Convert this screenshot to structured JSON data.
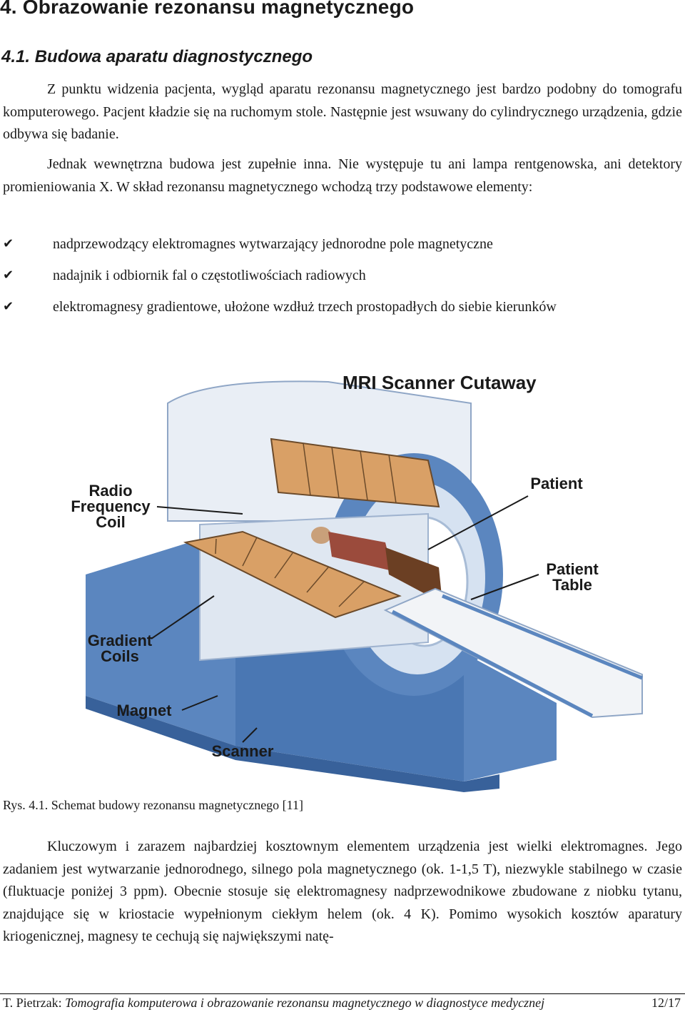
{
  "heading": "4. Obrazowanie rezonansu magnetycznego",
  "section_heading": "4.1. Budowa aparatu diagnostycznego",
  "paragraphs": [
    "Z punktu widzenia pacjenta, wygląd aparatu rezonansu magnetycznego jest bardzo podobny do tomografu komputerowego. Pacjent kładzie się na ruchomym stole. Następnie jest wsuwany do cylindrycznego urządzenia, gdzie odbywa się badanie.",
    "Jednak wewnętrzna budowa jest zupełnie inna. Nie występuje tu ani lampa rentgenowska, ani detektory promieniowania X. W skład rezonansu magnetycznego wchodzą trzy podstawowe elementy:",
    "Kluczowym i zarazem najbardziej kosztownym elementem urządzenia jest wielki elektromagnes. Jego zadaniem jest wytwarzanie jednorodnego, silnego pola magnetycznego (ok. 1-1,5 T), niezwykle stabilnego w czasie (fluktuacje poniżej 3 ppm). Obecnie stosuje się elektromagnesy nadprzewodnikowe zbudowane z niobku tytanu, znajdujące się w kriostacie wypełnionym ciekłym helem (ok. 4 K). Pomimo wysokich kosztów aparatury kriogenicznej, magnesy te cechują się największymi natę-"
  ],
  "bullets": [
    "nadprzewodzący elektromagnes wytwarzający jednorodne pole magnetyczne",
    "nadajnik i odbiornik fal o częstotliwościach radiowych",
    "elektromagnesy gradientowe, ułożone wzdłuż trzech prostopadłych do siebie kierunków"
  ],
  "bullet_icon": "checkmark-icon",
  "figure": {
    "title": "MRI Scanner Cutaway",
    "labels": {
      "rf_coil": [
        "Radio",
        "Frequency",
        "Coil"
      ],
      "patient": "Patient",
      "patient_table": [
        "Patient",
        "Table"
      ],
      "gradient_coils": [
        "Gradient",
        "Coils"
      ],
      "magnet": "Magnet",
      "scanner": "Scanner"
    }
  },
  "caption": "Rys. 4.1. Schemat budowy rezonansu magnetycznego [11]",
  "footer": {
    "author": "T. Pietrzak: ",
    "title": "Tomografia komputerowa i obrazowanie rezonansu magnetycznego w diagnostyce medycznej",
    "page": "12/17"
  },
  "colors": {
    "scanner_blue": "#5b86bf",
    "scanner_light": "#d6e2f1",
    "coil_orange": "#d9a066"
  }
}
